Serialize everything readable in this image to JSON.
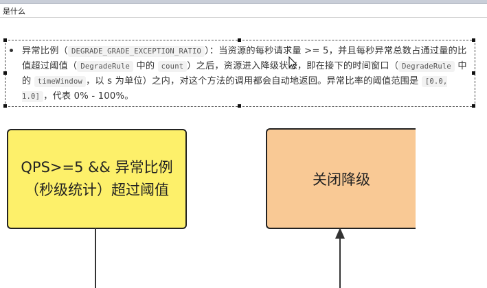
{
  "document": {
    "title": "是什么"
  },
  "bullet": {
    "part1": "异常比例（",
    "code1": "DEGRADE_GRADE_EXCEPTION_RATIO",
    "part2": "）：当资源的每秒请求量 >= 5，并且每秒异常总数占通过量的比值超过阈值（",
    "code2": "DegradeRule",
    "part3": " 中的 ",
    "code3": "count",
    "part4": "）之后，资源进入降级状态，即在接下的时间窗口（",
    "code4": "DegradeRule",
    "part5": " 中的 ",
    "code5": "timeWindow",
    "part6": "，以 s 为单位）之内，对这个方法的调用都会自动地返回。异常比率的阈值范围是 ",
    "code6": "[0.0, 1.0]",
    "part7": "，代表 0% - 100%。"
  },
  "diagram": {
    "condition_box": "QPS>=5 && 异常比例（秒级统计）超过阈值",
    "state_box": "关闭降级",
    "condition_color": "#fdf06a",
    "state_color": "#f9c995"
  },
  "icons": {
    "cursor": "mouse-pointer-icon"
  }
}
